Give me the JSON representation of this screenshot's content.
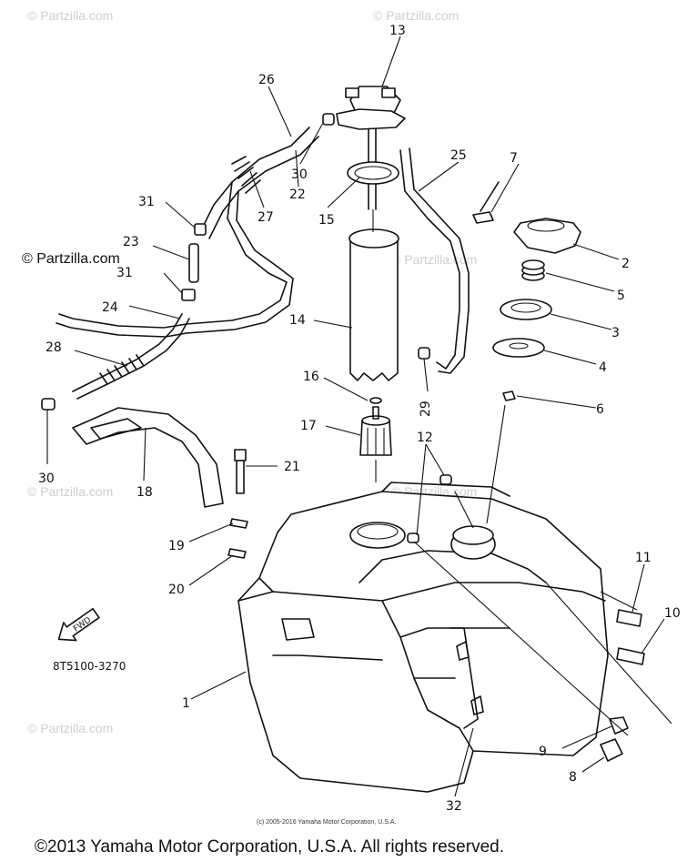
{
  "watermark": {
    "brand": "© Partzilla.com"
  },
  "callouts": [
    "1",
    "2",
    "3",
    "4",
    "5",
    "6",
    "7",
    "8",
    "9",
    "10",
    "11",
    "12",
    "13",
    "14",
    "15",
    "16",
    "17",
    "18",
    "19",
    "20",
    "21",
    "22",
    "23",
    "24",
    "25",
    "26",
    "27",
    "28",
    "29",
    "30",
    "31",
    "32"
  ],
  "diagram_code": "8T5100-3270",
  "fwd_arrow_text": "FWD",
  "small_copyright": "(c) 2005-2016 Yamaha Motor Corporation, U.S.A.",
  "footer_copyright": "©2013 Yamaha Motor Corporation, U.S.A. All rights reserved."
}
